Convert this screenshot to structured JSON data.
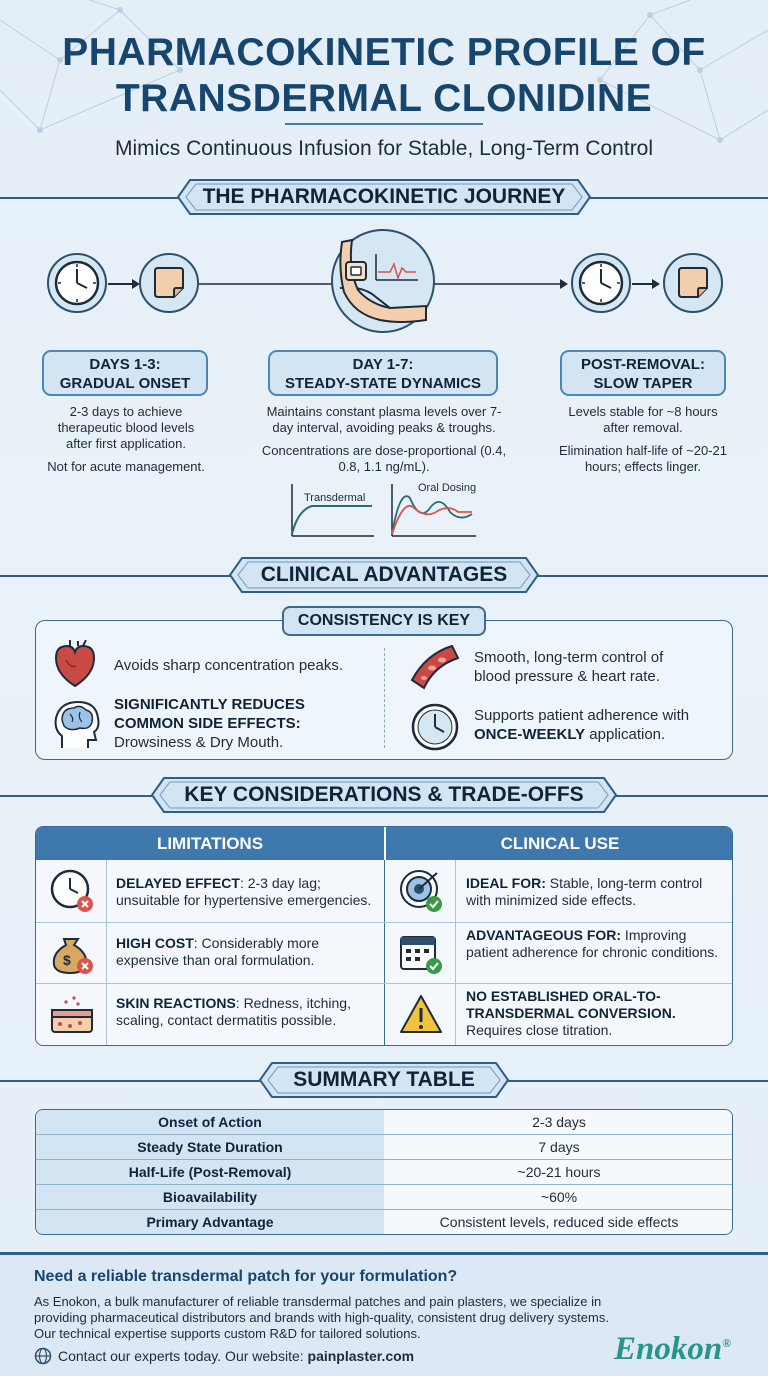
{
  "header": {
    "title_line1": "PHARMACOKINETIC PROFILE OF",
    "title_line2": "TRANSDERMAL CLONIDINE",
    "subtitle": "Mimics Continuous Infusion for Stable, Long-Term Control"
  },
  "journey": {
    "banner": "THE PHARMACOKINETIC JOURNEY",
    "stages": [
      {
        "label_line1": "DAYS 1-3:",
        "label_line2": "GRADUAL ONSET",
        "text1": "2-3 days to achieve therapeutic blood levels after first application.",
        "text2": "Not for acute management."
      },
      {
        "label_line1": "DAY 1-7:",
        "label_line2": "STEADY-STATE DYNAMICS",
        "text1": "Maintains constant plasma levels over 7-day interval, avoiding peaks & troughs.",
        "text2": "Concentrations are dose-proportional (0.4, 0.8, 1.1 ng/mL)."
      },
      {
        "label_line1": "POST-REMOVAL:",
        "label_line2": "SLOW TAPER",
        "text1": "Levels stable for ~8 hours after removal.",
        "text2": "Elimination half-life of ~20-21 hours; effects linger."
      }
    ],
    "mini_chart_transdermal": "Transdermal",
    "mini_chart_oral": "Oral Dosing",
    "icons": [
      "clock-icon",
      "patch-icon",
      "arm-patch-icon",
      "clock-icon",
      "patch-icon"
    ]
  },
  "advantages": {
    "banner": "CLINICAL ADVANTAGES",
    "pill": "CONSISTENCY IS KEY",
    "item1": "Avoids sharp concentration peaks.",
    "item2_bold_line1": "SIGNIFICANTLY REDUCES",
    "item2_bold_line2": "COMMON SIDE EFFECTS:",
    "item2_rest": "Drowsiness & Dry Mouth.",
    "item3_line1": "Smooth, long-term control of",
    "item3_line2": "blood pressure & heart rate.",
    "item4_line1": "Supports patient adherence with",
    "item4_bold": "ONCE-WEEKLY",
    "item4_rest": "application.",
    "icons": [
      "heart-icon",
      "brain-icon",
      "blood-vessel-icon",
      "clock-icon"
    ]
  },
  "tradeoffs": {
    "banner": "KEY CONSIDERATIONS & TRADE-OFFS",
    "col1_header": "LIMITATIONS",
    "col2_header": "CLINICAL USE",
    "limitations": [
      {
        "bold": "DELAYED EFFECT",
        "rest": ": 2-3 day lag; unsuitable for hypertensive emergencies."
      },
      {
        "bold": "HIGH COST",
        "rest": ": Considerably more expensive than oral formulation."
      },
      {
        "bold": "SKIN REACTIONS",
        "rest": ": Redness, itching, scaling, contact dermatitis possible."
      }
    ],
    "uses": [
      {
        "bold": "IDEAL FOR:",
        "rest": " Stable, long-term control with minimized side effects."
      },
      {
        "bold": "ADVANTAGEOUS FOR:",
        "rest": " Improving patient adherence for chronic conditions."
      },
      {
        "bold": "NO ESTABLISHED ORAL-TO-TRANSDERMAL CONVERSION.",
        "rest": " Requires close titration."
      }
    ]
  },
  "summary": {
    "banner": "SUMMARY TABLE",
    "rows": [
      {
        "key": "Onset of Action",
        "value": "2-3 days"
      },
      {
        "key": "Steady State Duration",
        "value": "7 days"
      },
      {
        "key": "Half-Life (Post-Removal)",
        "value": "~20-21 hours"
      },
      {
        "key": "Bioavailability",
        "value": "~60%"
      },
      {
        "key": "Primary Advantage",
        "value": "Consistent levels, reduced side effects"
      }
    ]
  },
  "footer": {
    "heading": "Need a reliable transdermal patch for your formulation?",
    "body": "As Enokon, a bulk manufacturer of reliable transdermal patches and pain plasters, we specialize in providing pharmaceutical distributors and brands with high-quality, consistent drug delivery systems. Our technical expertise supports custom R&D for tailored solutions.",
    "contact_prefix": "Contact our experts today. Our website: ",
    "website": "painplaster.com",
    "logo": "Enokon",
    "logo_mark": "®"
  }
}
